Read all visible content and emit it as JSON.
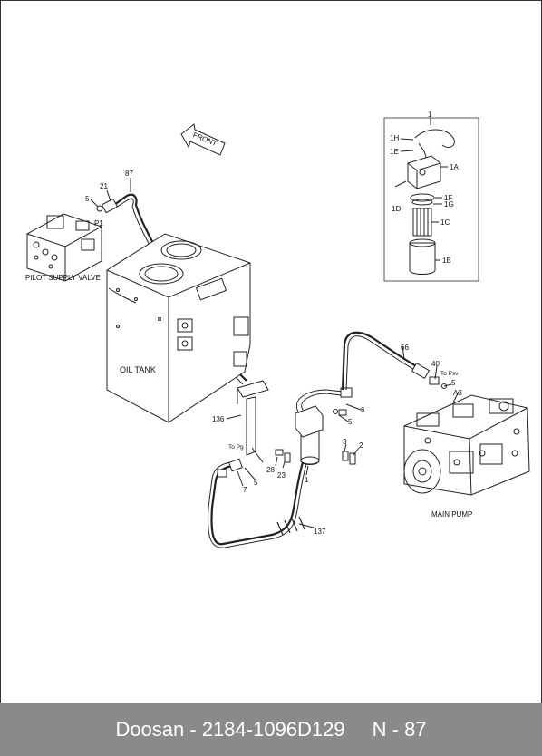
{
  "labels": {
    "front": "FRONT",
    "pilot_supply_valve": "PILOT SUPPLY VALVE",
    "oil_tank": "OIL TANK",
    "main_pump": "MAIN PUMP",
    "to_pg": "To Pg",
    "to_psv": "To Psv",
    "p1": "P1",
    "a3": "A3",
    "n1_inset": "1",
    "n1H": "1H",
    "n1E": "1E",
    "n1A": "1A",
    "n1D": "1D",
    "n1F": "1F",
    "n1G": "1G",
    "n1C": "1C",
    "n1B": "1B",
    "n87": "87",
    "n21": "21",
    "n5a": "5",
    "n66": "66",
    "n40": "40",
    "n5b": "5",
    "n136": "136",
    "n6": "6",
    "n5c": "5",
    "n3": "3",
    "n2": "2",
    "n1": "1",
    "n28": "28",
    "n23": "23",
    "n7": "7",
    "n5d": "5",
    "n137": "137"
  },
  "footer": {
    "code": "Doosan - 2184-1096D129",
    "page": "N - 87"
  }
}
